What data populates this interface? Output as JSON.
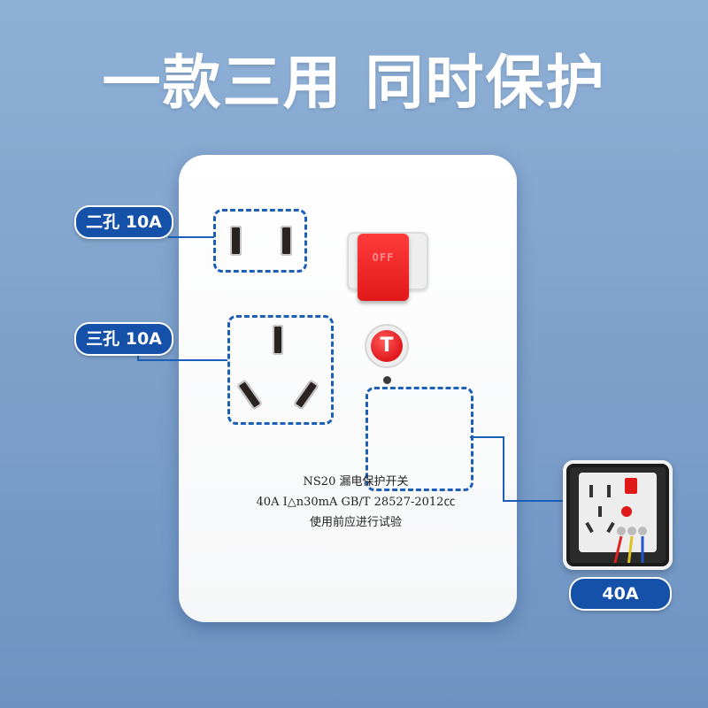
{
  "headline": "一款三用 同时保护",
  "labels": {
    "two_hole": "二孔 10A",
    "three_hole": "三孔 10A",
    "breaker": "40A"
  },
  "switch": {
    "lever_text": "OFF",
    "test_button_text": "T"
  },
  "plate_text": {
    "line1": "NS20   漏电保护开关",
    "line2": "40A I△n30mA GB/T 28527-2012㏄",
    "line3": "使用前应进行试验"
  },
  "colors": {
    "accent_blue": "#1551a8",
    "switch_red": "#e11818",
    "background": "#7fa2cc"
  }
}
